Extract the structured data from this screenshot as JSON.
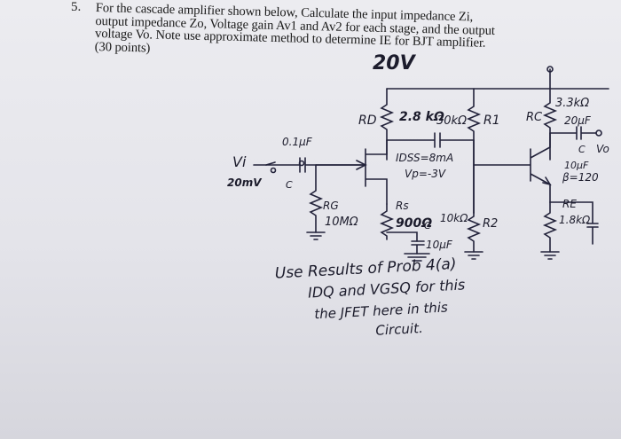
{
  "question": {
    "number": "5.",
    "lines": [
      "For the cascade amplifier shown below, Calculate the input impedance Zi,",
      "output impedance Zo, Voltage gain Av1 and Av2 for each stage, and the output",
      "voltage Vo. Note use approximate method to determine IE for BJT amplifier.",
      "(30 points)"
    ]
  },
  "circuit": {
    "supply": "20V",
    "rd": "RD",
    "rd_value": "2.8 kΩ",
    "r1_value": "30kΩ",
    "r1": "R1",
    "rc": "RC",
    "rc_value": "3.3kΩ",
    "c_out": "20μF",
    "vo": "Vo",
    "c_out_node": "C",
    "c_in": "0.1μF",
    "vi": "Vi",
    "vi_value": "20mV",
    "c_in_node": "C",
    "idss": "IDSS=8mA",
    "vp": "Vp=-3V",
    "c_e": "10μF",
    "beta": "β=120",
    "rg": "RG",
    "rg_value": "10MΩ",
    "rs": "Rs",
    "rs_value": "900Ω",
    "rs_node": "C",
    "r2_value": "10kΩ",
    "r2": "R2",
    "re": "RE",
    "re_value": "1.8kΩ",
    "c_s": "10μF"
  },
  "note": {
    "line1": "Use Results of Prob 4(a)",
    "line2": "IDQ and VGSQ for this",
    "line3": "the JFET here in this",
    "line4": "Circuit."
  }
}
